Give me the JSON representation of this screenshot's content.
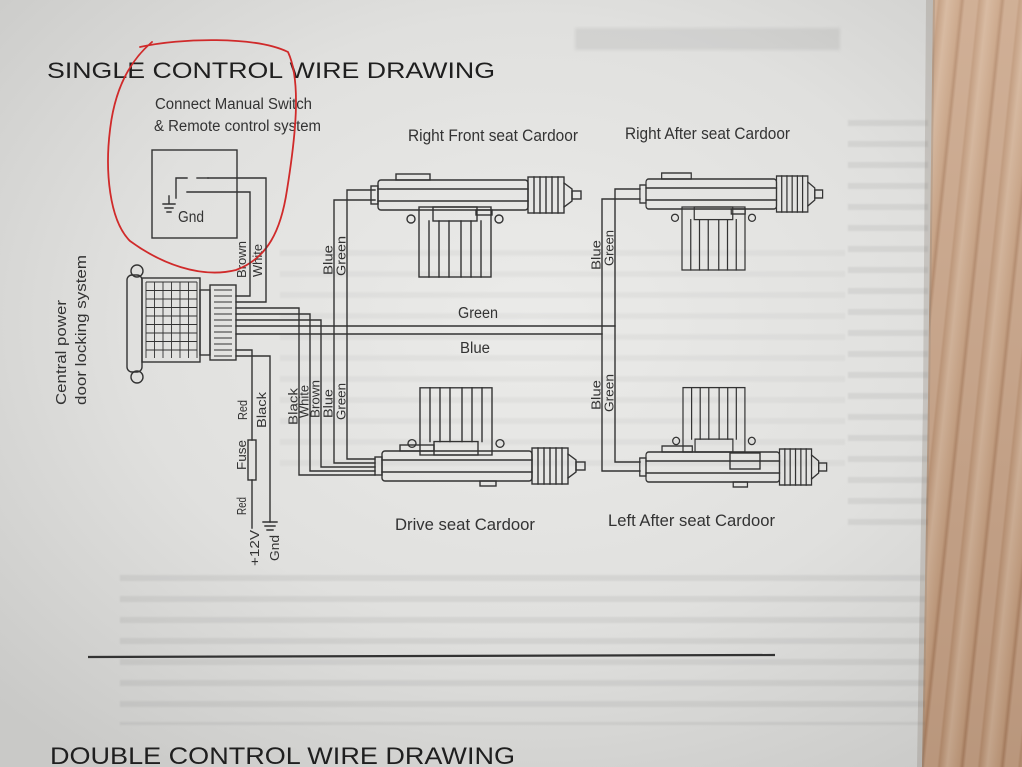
{
  "title": "SINGLE CONTROL WIRE DRAWING",
  "switch_block": {
    "caption_line1": "Connect Manual Switch",
    "caption_line2": "& Remote control system",
    "ground_label": "Gnd",
    "wire_labels": [
      "Brown",
      "White"
    ]
  },
  "control_unit": {
    "label_line1": "Central power",
    "label_line2": "door locking system"
  },
  "power": {
    "red_label": "Red",
    "black_label": "Black",
    "fuse_label": "Fuse",
    "red_label_2": "Red",
    "supply_label": "+12V",
    "ground_label": "Gnd"
  },
  "bus": {
    "green_label": "Green",
    "blue_label": "Blue"
  },
  "doors": {
    "right_front": {
      "label": "Right Front seat Cardoor",
      "wires": [
        "Blue",
        "Green"
      ]
    },
    "right_after": {
      "label": "Right After seat Cardoor",
      "wires": [
        "Blue",
        "Green"
      ]
    },
    "drive": {
      "label": "Drive seat Cardoor",
      "wires": [
        "Black",
        "White",
        "Brown",
        "Blue",
        "Green"
      ]
    },
    "left_after": {
      "label": "Left After seat Cardoor",
      "wires": [
        "Blue",
        "Green"
      ]
    }
  },
  "next_section_title": "DOUBLE CONTROL WIRE DRAWING",
  "colors": {
    "ink": "#333333",
    "annotation": "#d02a2a",
    "paper": "#ebebe9",
    "wood": "#c5a084"
  }
}
